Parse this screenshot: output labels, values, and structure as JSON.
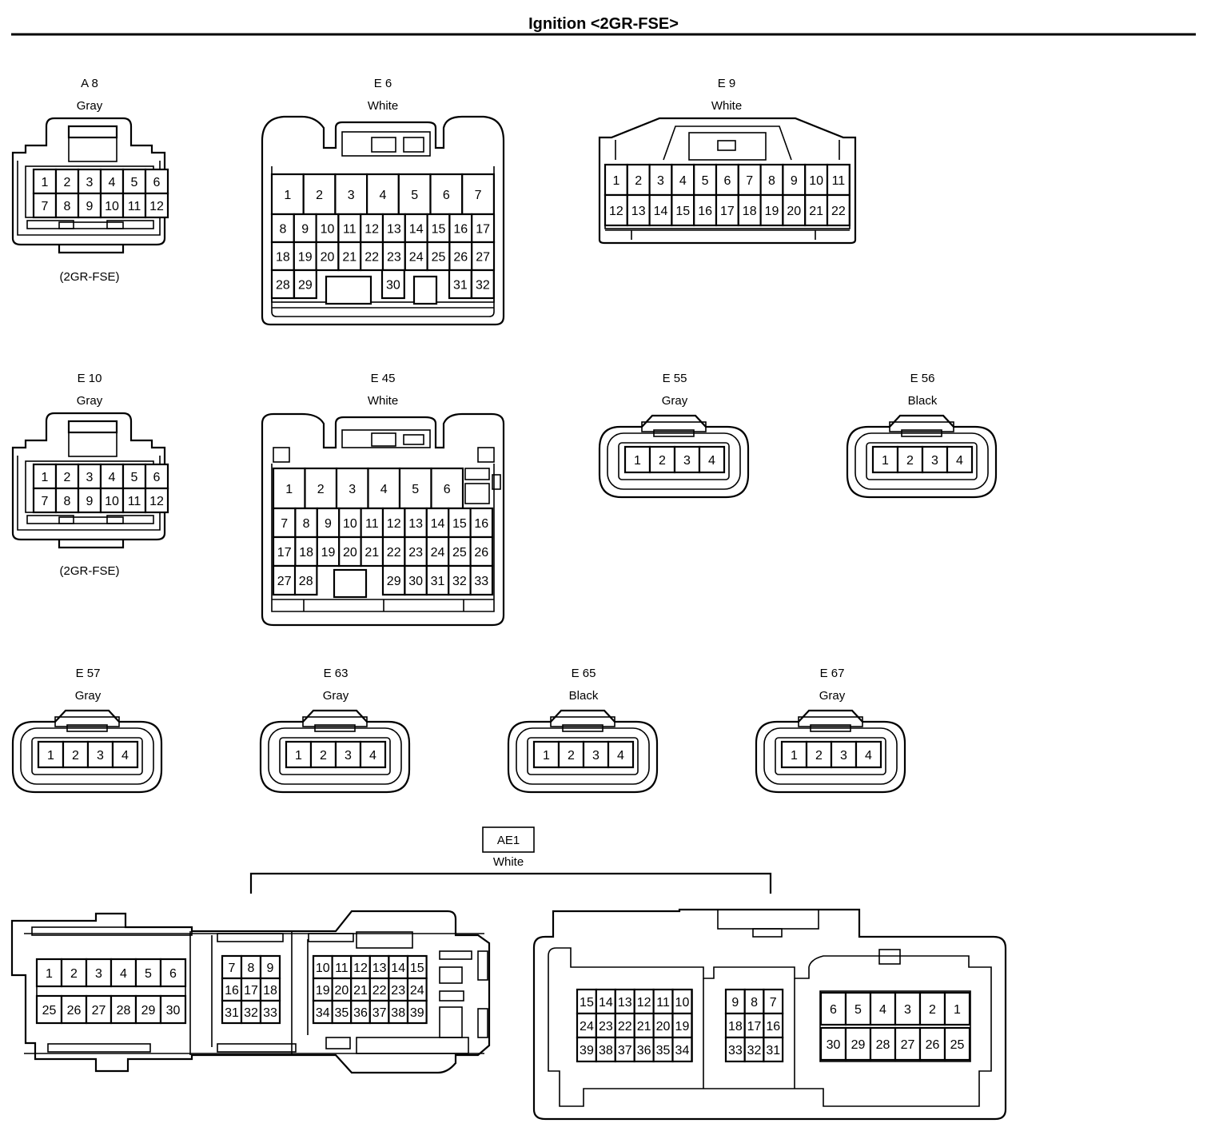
{
  "title": "Ignition <2GR-FSE>",
  "connectors": [
    {
      "id": "A 8",
      "color": "Gray",
      "note": "(2GR-FSE)"
    },
    {
      "id": "E 6",
      "color": "White"
    },
    {
      "id": "E 9",
      "color": "White"
    },
    {
      "id": "E 10",
      "color": "Gray",
      "note": "(2GR-FSE)"
    },
    {
      "id": "E 45",
      "color": "White"
    },
    {
      "id": "E 55",
      "color": "Gray"
    },
    {
      "id": "E 56",
      "color": "Black"
    },
    {
      "id": "E 57",
      "color": "Gray"
    },
    {
      "id": "E 63",
      "color": "Gray"
    },
    {
      "id": "E 65",
      "color": "Black"
    },
    {
      "id": "E 67",
      "color": "Gray"
    },
    {
      "id": "AE1",
      "color": "White"
    }
  ]
}
